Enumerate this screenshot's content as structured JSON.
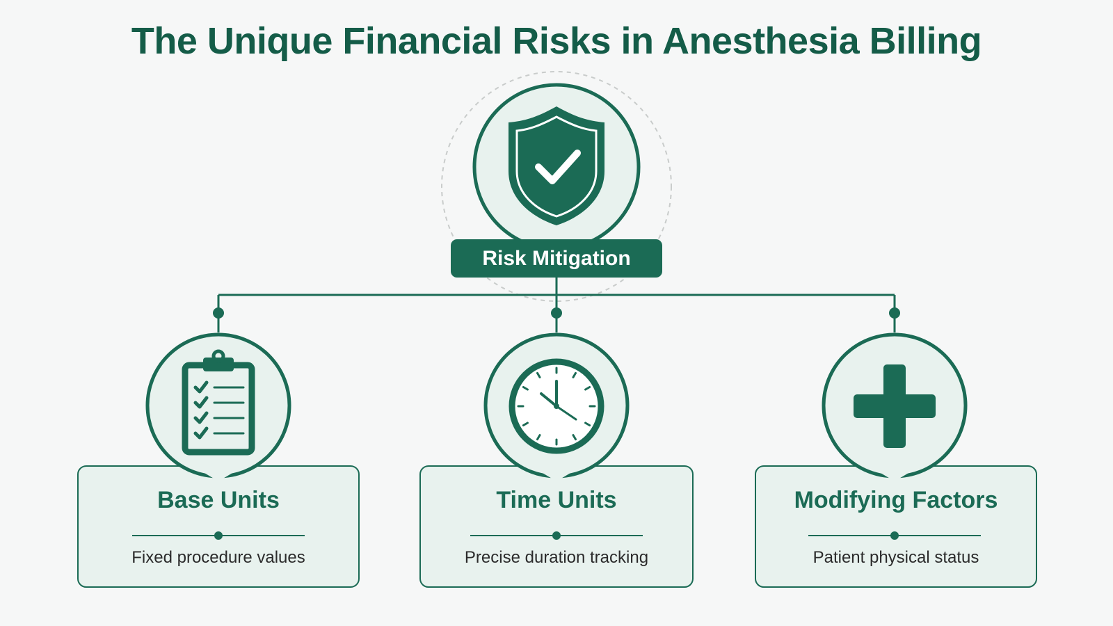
{
  "title": "The Unique Financial Risks in Anesthesia Billing",
  "center": {
    "label": "Risk Mitigation",
    "icon": "shield-check-icon"
  },
  "cards": [
    {
      "title": "Base Units",
      "description": "Fixed procedure values",
      "icon": "clipboard-checklist-icon"
    },
    {
      "title": "Time Units",
      "description": "Precise duration tracking",
      "icon": "clock-icon"
    },
    {
      "title": "Modifying Factors",
      "description": "Patient physical status",
      "icon": "medical-cross-icon"
    }
  ],
  "colors": {
    "primary": "#1b6b55",
    "title": "#145c48",
    "fill": "#e8f2ee",
    "background": "#f6f7f7"
  }
}
